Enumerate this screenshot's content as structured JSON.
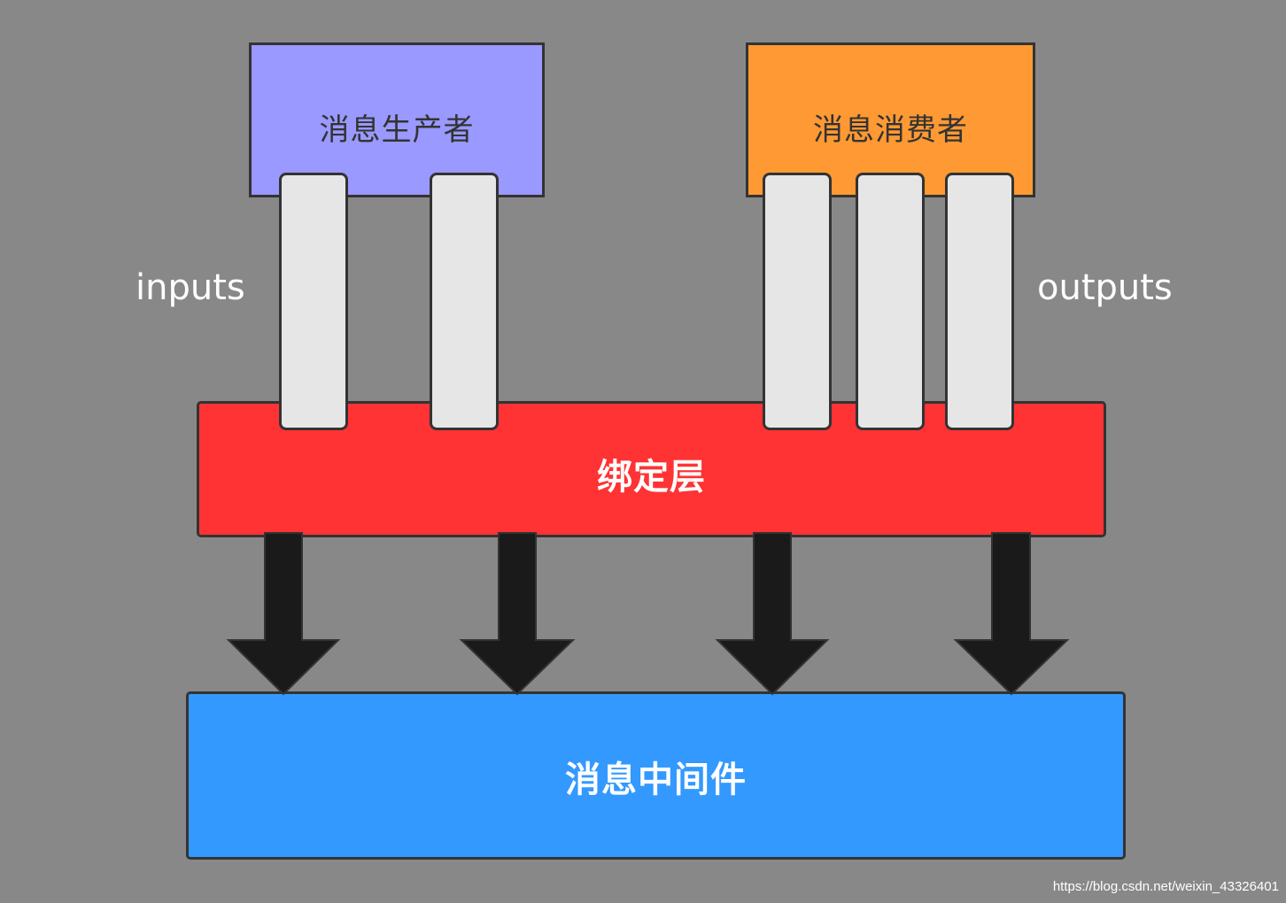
{
  "producer": {
    "label": "消息生产者",
    "color": "#9999ff"
  },
  "consumer": {
    "label": "消息消费者",
    "color": "#ff9933"
  },
  "binding_layer": {
    "label": "绑定层",
    "color": "#ff3333"
  },
  "middleware": {
    "label": "消息中间件",
    "color": "#3399ff"
  },
  "inputs_label": "inputs",
  "outputs_label": "outputs",
  "input_channels": [
    {},
    {}
  ],
  "output_channels": [
    {},
    {},
    {}
  ],
  "arrows": [
    {},
    {},
    {},
    {}
  ],
  "watermark": "https://blog.csdn.net/weixin_43326401"
}
